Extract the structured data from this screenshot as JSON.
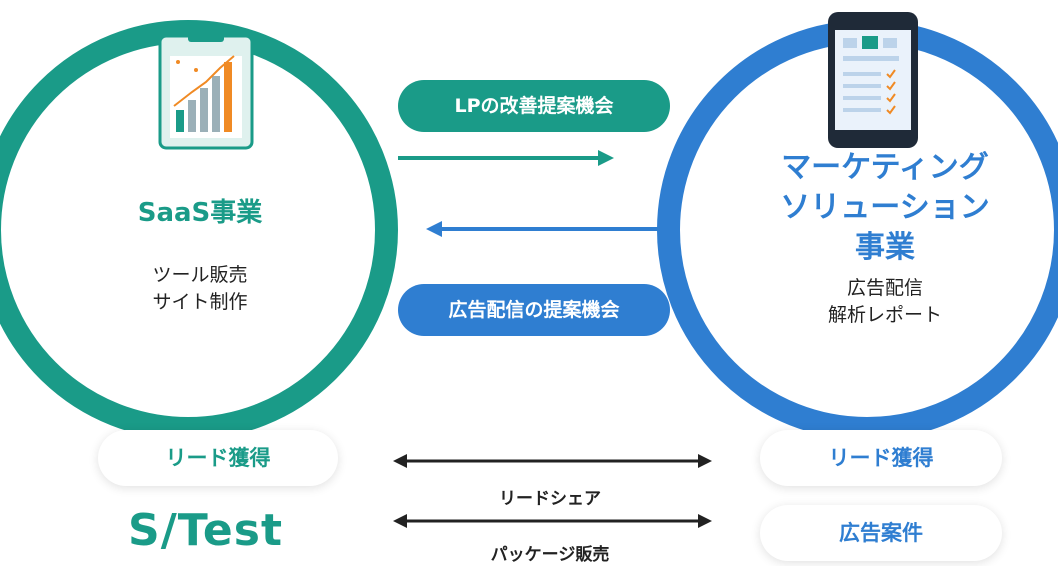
{
  "saas": {
    "title": "SaaS事業",
    "line1": "ツール販売",
    "line2": "サイト制作",
    "lead_pill": "リード獲得",
    "logo_text": "S/Test"
  },
  "marketing": {
    "title_line1": "マーケティング",
    "title_line2": "ソリューション",
    "title_line3": "事業",
    "line1": "広告配信",
    "line2": "解析レポート",
    "lead_pill": "リード獲得",
    "ad_pill": "広告案件"
  },
  "flows": {
    "to_right_label": "LPの改善提案機会",
    "to_left_label": "広告配信の提案機会",
    "share_label": "リードシェア",
    "package_label": "パッケージ販売"
  },
  "colors": {
    "green": "#1a9b88",
    "blue": "#2f7ed1",
    "orange": "#f08a24"
  }
}
